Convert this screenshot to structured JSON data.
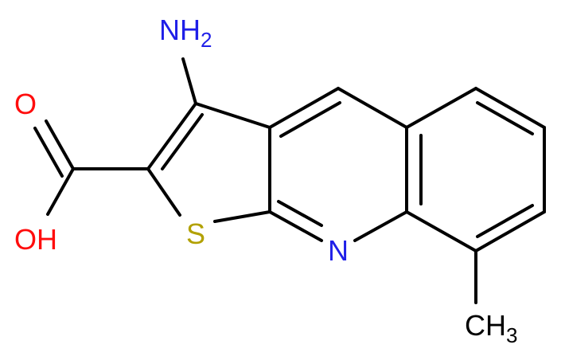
{
  "colors": {
    "bond": "#000000",
    "nitrogen": "#1f1fe8",
    "oxygen": "#ff0d0d",
    "sulfur": "#b2a100",
    "carbon_label": "#000000"
  },
  "atoms": {
    "amino": {
      "main": "NH",
      "sub": "2"
    },
    "carbonyl_oxygen": {
      "main": "O"
    },
    "hydroxyl": {
      "main": "OH"
    },
    "sulfur": {
      "main": "S"
    },
    "ring_nitrogen": {
      "main": "N"
    },
    "methyl": {
      "main": "CH",
      "sub": "3"
    }
  }
}
